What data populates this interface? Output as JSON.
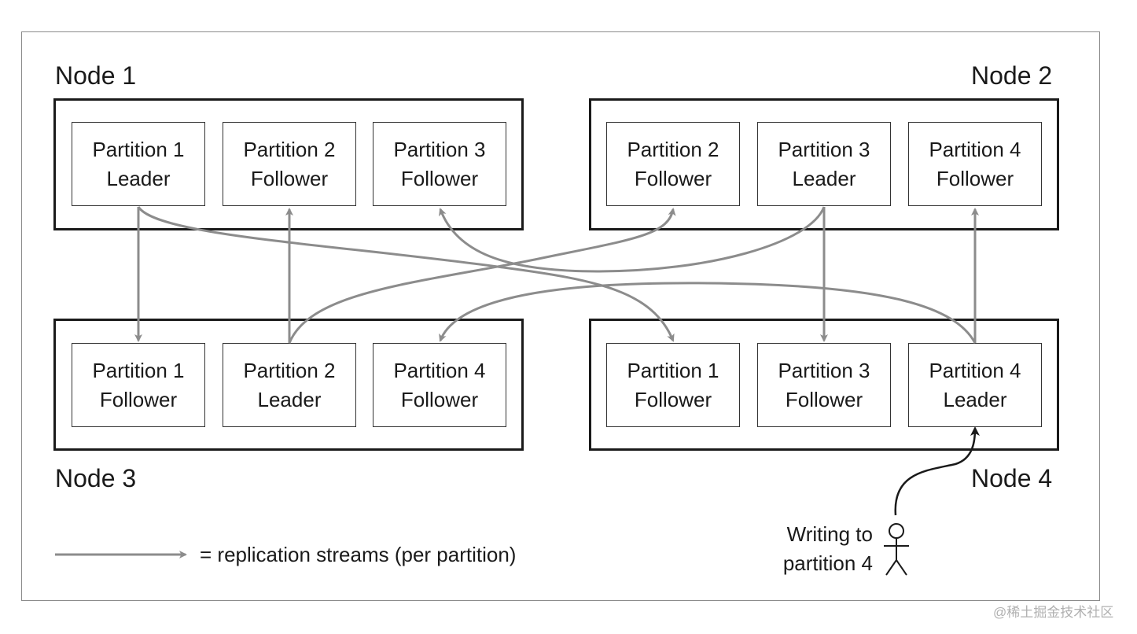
{
  "diagram": {
    "nodes": [
      {
        "label": "Node 1",
        "partitions": [
          {
            "name": "Partition 1",
            "role": "Leader"
          },
          {
            "name": "Partition 2",
            "role": "Follower"
          },
          {
            "name": "Partition 3",
            "role": "Follower"
          }
        ]
      },
      {
        "label": "Node 2",
        "partitions": [
          {
            "name": "Partition 2",
            "role": "Follower"
          },
          {
            "name": "Partition 3",
            "role": "Leader"
          },
          {
            "name": "Partition 4",
            "role": "Follower"
          }
        ]
      },
      {
        "label": "Node 3",
        "partitions": [
          {
            "name": "Partition 1",
            "role": "Follower"
          },
          {
            "name": "Partition 2",
            "role": "Leader"
          },
          {
            "name": "Partition 4",
            "role": "Follower"
          }
        ]
      },
      {
        "label": "Node 4",
        "partitions": [
          {
            "name": "Partition 1",
            "role": "Follower"
          },
          {
            "name": "Partition 3",
            "role": "Follower"
          },
          {
            "name": "Partition 4",
            "role": "Leader"
          }
        ]
      }
    ],
    "legend": {
      "text": "= replication streams (per partition)"
    },
    "writer": {
      "line1": "Writing to",
      "line2": "partition 4"
    },
    "colors": {
      "arrow": "#8c8c8c",
      "ink": "#1a1a1a",
      "frame": "#8a8a8a"
    }
  },
  "watermark": "@稀土掘金技术社区"
}
